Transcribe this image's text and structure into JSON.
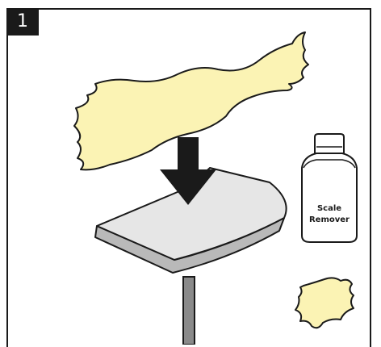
{
  "step": {
    "number": "1"
  },
  "bottle": {
    "label_line1": "Scale",
    "label_line2": "Remover"
  },
  "colors": {
    "cloth": "#fbf3b4",
    "outline": "#1a1a1a",
    "plate_top": "#e6e6e6",
    "plate_edge": "#b9b9b9",
    "arrow": "#1a1a1a",
    "post": "#8a8a8a"
  },
  "icons": {
    "cloth_large": "cleaning-cloth-icon",
    "cloth_small": "small-cloth-icon",
    "arrow": "down-arrow-icon",
    "bottle": "bottle-icon",
    "plate": "scale-plate-icon"
  }
}
